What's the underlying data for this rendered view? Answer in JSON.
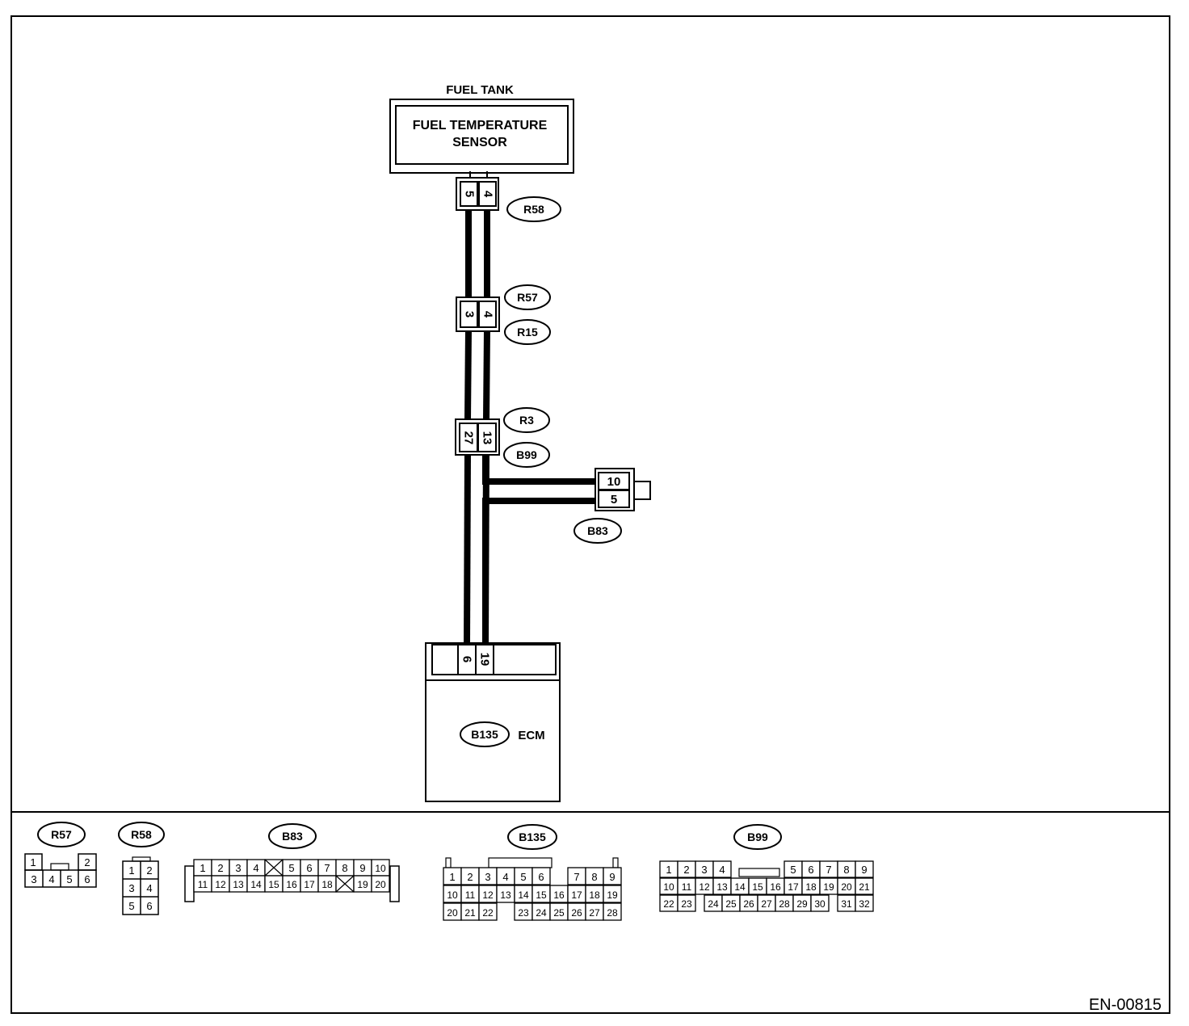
{
  "main": {
    "fuel_tank_label": "FUEL TANK",
    "sensor_line1": "FUEL TEMPERATURE",
    "sensor_line2": "SENSOR",
    "ecm_label": "ECM",
    "doc_code": "EN-00815"
  },
  "connectors_inline": {
    "r58": {
      "id": "R58",
      "pins": [
        "5",
        "4"
      ]
    },
    "r57_r15": {
      "ids": [
        "R57",
        "R15"
      ],
      "pins": [
        "3",
        "4"
      ]
    },
    "r3_b99": {
      "ids": [
        "R3",
        "B99"
      ],
      "pins": [
        "27",
        "13"
      ]
    },
    "b83": {
      "id": "B83",
      "pins": [
        "10",
        "5"
      ]
    },
    "b135": {
      "id": "B135",
      "pins": [
        "6",
        "19"
      ]
    }
  },
  "legend": {
    "r57": {
      "id": "R57",
      "row1": [
        "1",
        "2"
      ],
      "row2": [
        "3",
        "4",
        "5",
        "6"
      ]
    },
    "r58": {
      "id": "R58",
      "rows": [
        [
          "1",
          "2"
        ],
        [
          "3",
          "4"
        ],
        [
          "5",
          "6"
        ]
      ]
    },
    "b83": {
      "id": "B83",
      "row1": [
        "1",
        "2",
        "3",
        "4",
        "",
        "5",
        "6",
        "7",
        "8",
        "9",
        "10"
      ],
      "row2": [
        "11",
        "12",
        "13",
        "14",
        "15",
        "16",
        "17",
        "18",
        "",
        "19",
        "20"
      ]
    },
    "b135": {
      "id": "B135",
      "row1": [
        "1",
        "2",
        "3",
        "4",
        "5",
        "6",
        "7",
        "8",
        "9"
      ],
      "row2": [
        "10",
        "11",
        "12",
        "13",
        "14",
        "15",
        "16",
        "17",
        "18",
        "19"
      ],
      "row3": [
        "20",
        "21",
        "22",
        "23",
        "24",
        "25",
        "26",
        "27",
        "28"
      ]
    },
    "b99": {
      "id": "B99",
      "row1": [
        "1",
        "2",
        "3",
        "4",
        "5",
        "6",
        "7",
        "8",
        "9"
      ],
      "row2": [
        "10",
        "11",
        "12",
        "13",
        "14",
        "15",
        "16",
        "17",
        "18",
        "19",
        "20",
        "21"
      ],
      "row3": [
        "22",
        "23",
        "24",
        "25",
        "26",
        "27",
        "28",
        "29",
        "30",
        "31",
        "32"
      ]
    }
  }
}
